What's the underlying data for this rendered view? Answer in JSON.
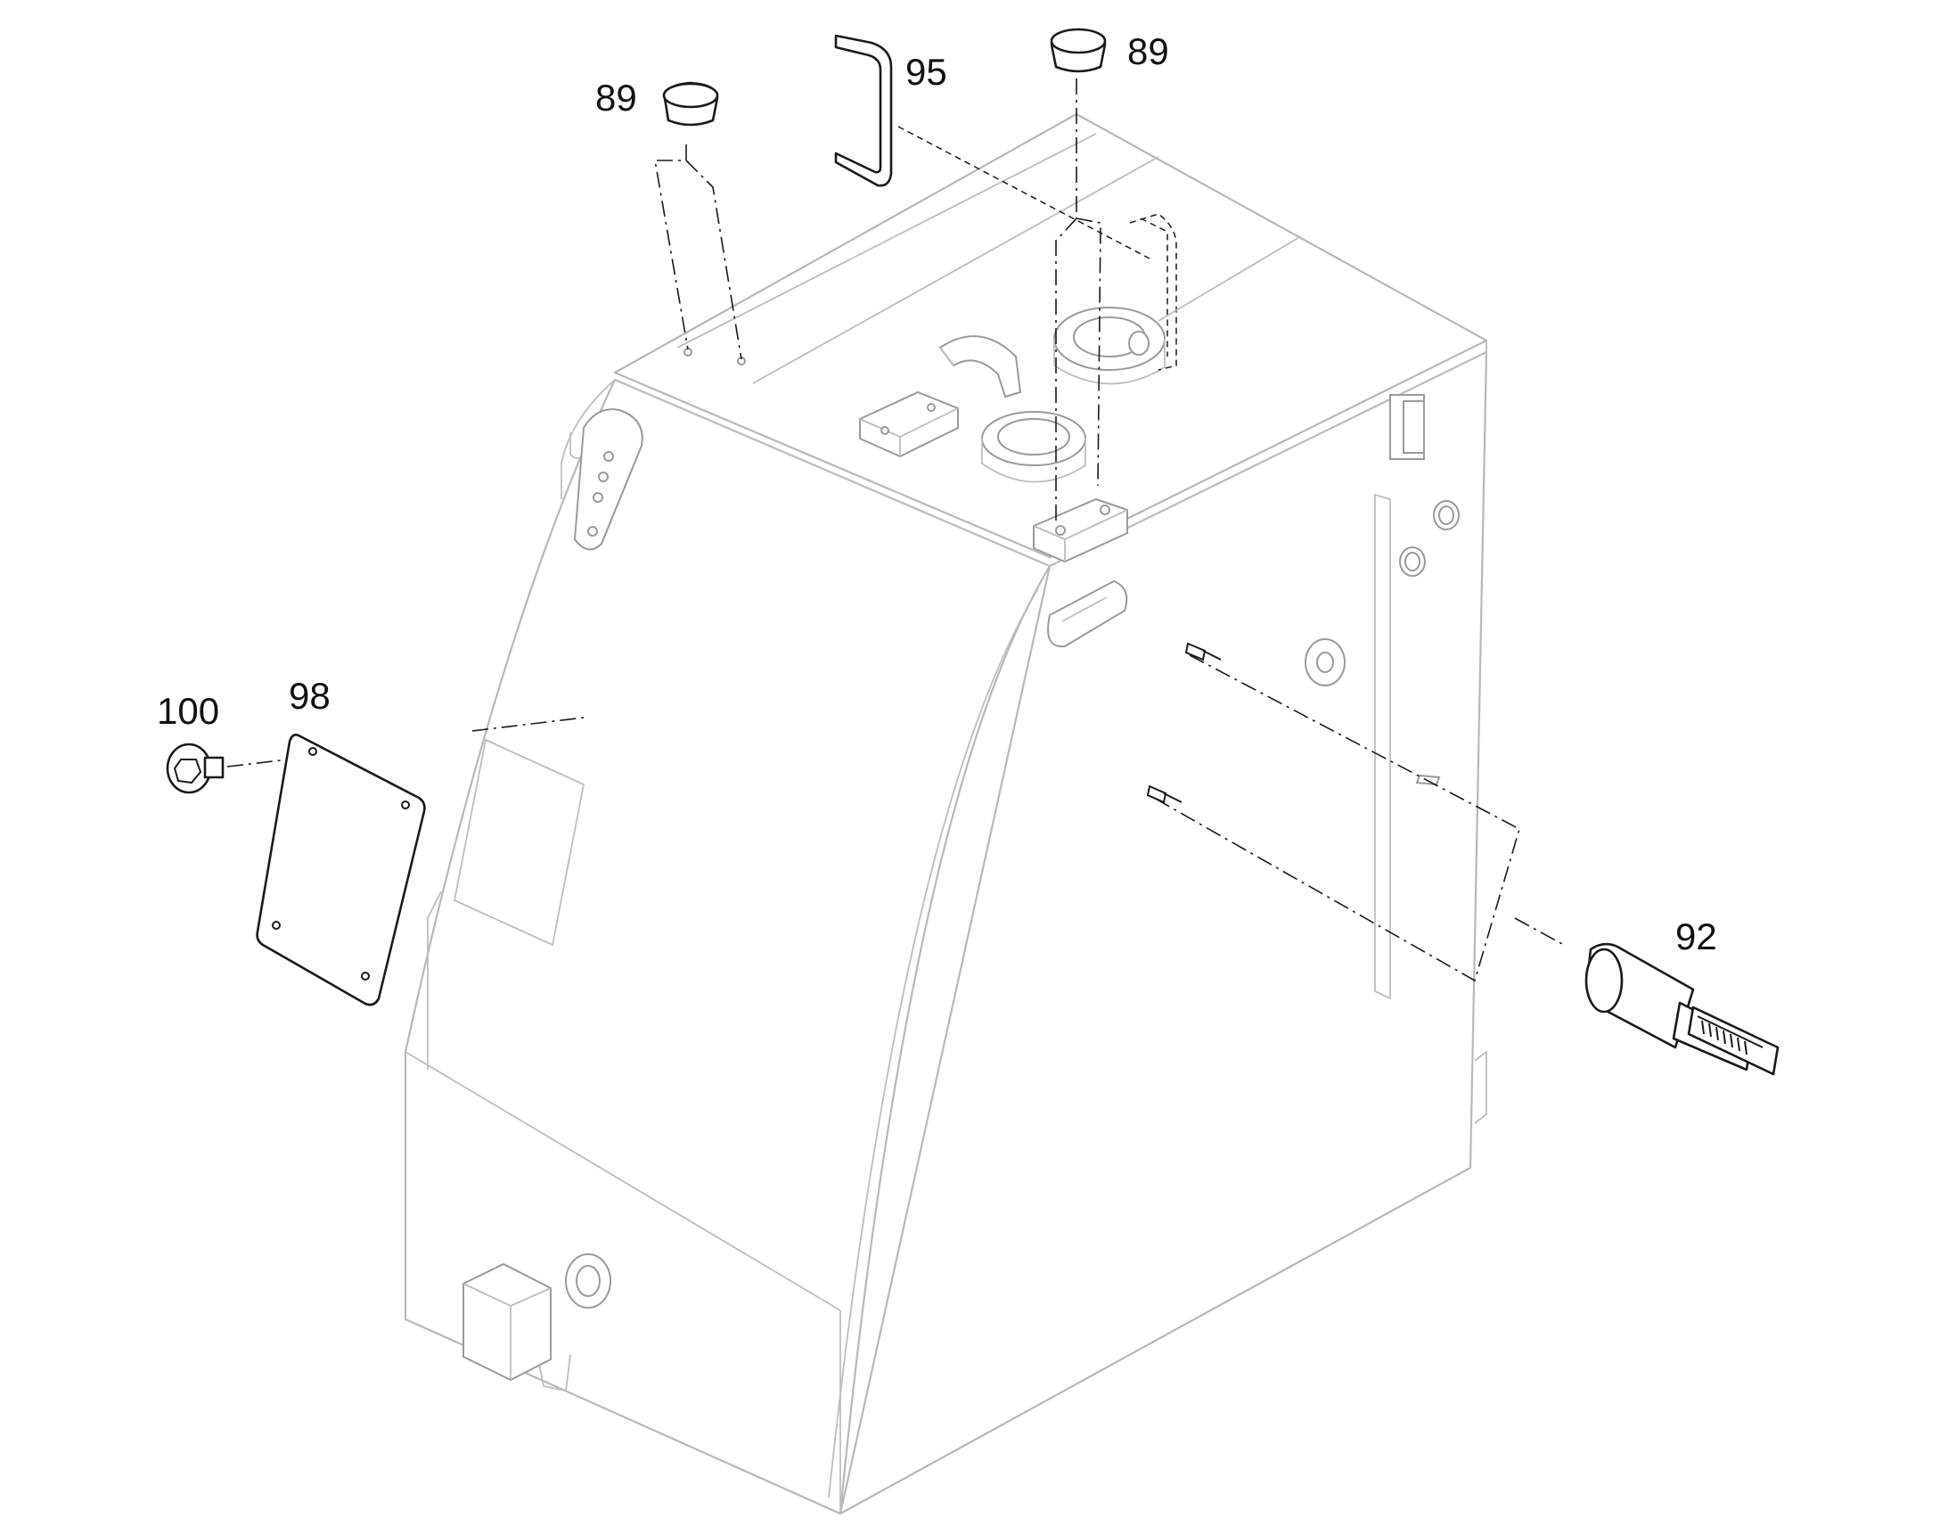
{
  "callouts": {
    "plug_left": "89",
    "handle": "95",
    "plug_right": "89",
    "cover_plate": "98",
    "bolt": "100",
    "sensor": "92"
  },
  "icons": {
    "tank": "hydraulic-tank-body",
    "plug": "cap-plug",
    "handle": "u-handle",
    "cover": "access-cover-plate",
    "bolt": "button-head-bolt",
    "sensor": "level-sensor"
  }
}
